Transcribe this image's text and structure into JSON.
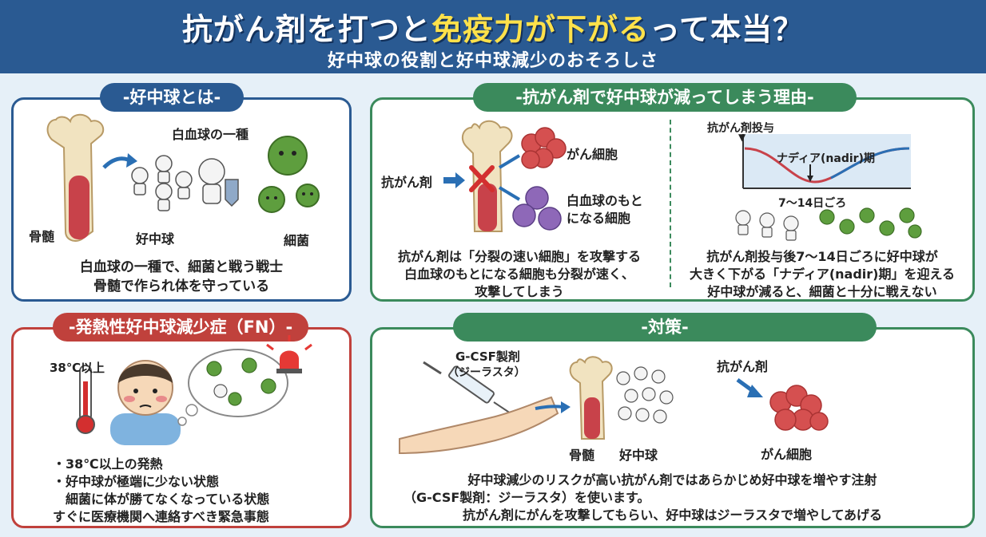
{
  "header": {
    "title_part1": "抗がん剤を打つと",
    "title_highlight": "免疫力が下がる",
    "title_part2": "って本当？",
    "subtitle": "好中球の役割と好中球減少のおそろしさ"
  },
  "panel_neutrophil": {
    "heading": "-好中球とは-",
    "label_wbc": "白血球の一種",
    "label_bone_marrow": "骨髄",
    "label_neutrophil": "好中球",
    "label_bacteria": "細菌",
    "desc_line1": "白血球の一種で、細菌と戦う戦士",
    "desc_line2": "骨髄で作られ体を守っている"
  },
  "panel_reason": {
    "heading": "-抗がん剤で好中球が減ってしまう理由-",
    "label_drug": "抗がん剤",
    "label_cancer": "がん細胞",
    "label_wbc_origin_line1": "白血球のもと",
    "label_wbc_origin_line2": "になる細胞",
    "desc_left_line1": "抗がん剤は「分裂の速い細胞」を攻撃する",
    "desc_left_line2": "白血球のもとになる細胞も分裂が速く、",
    "desc_left_line3": "攻撃してしまう",
    "graph_label_dose": "抗がん剤投与",
    "graph_label_nadir": "ナディア(nadir)期",
    "graph_label_days": "7～14日ごろ",
    "desc_right_line1": "抗がん剤投与後7～14日ごろに好中球が",
    "desc_right_line2": "大きく下がる「ナディア(nadir)期」を迎える",
    "desc_right_line3": "好中球が減ると、細菌と十分に戦えない"
  },
  "panel_fn": {
    "heading": "-発熱性好中球減少症（FN）-",
    "label_temp": "38℃以上",
    "bullet1": "・38℃以上の発熱",
    "bullet2": "・好中球が極端に少ない状態",
    "bullet2_sub": "細菌に体が勝てなくなっている状態",
    "closing": "すぐに医療機関へ連絡すべき緊急事態"
  },
  "panel_measures": {
    "heading": "-対策-",
    "label_gcsf_line1": "G-CSF製剤",
    "label_gcsf_line2": "（ジーラスタ）",
    "label_bone_marrow": "骨髄",
    "label_neutrophil": "好中球",
    "label_drug": "抗がん剤",
    "label_cancer": "がん細胞",
    "desc_line1": "好中球減少のリスクが高い抗がん剤ではあらかじめ好中球を増やす注射",
    "desc_line2": "（G-CSF製剤：ジーラスタ）を使います。",
    "desc_line3": "抗がん剤にがんを攻撃してもらい、好中球はジーラスタで増やしてあげる"
  },
  "colors": {
    "header_blue": "#2a5a92",
    "highlight_yellow": "#ffe14a",
    "section_green": "#3b8a5c",
    "alert_red": "#c0413c",
    "bone": "#f1e3c0",
    "marrow": "#c8424a",
    "bacteria": "#5e9e3e",
    "cancer": "#d55050",
    "precursor": "#8e68b8"
  }
}
